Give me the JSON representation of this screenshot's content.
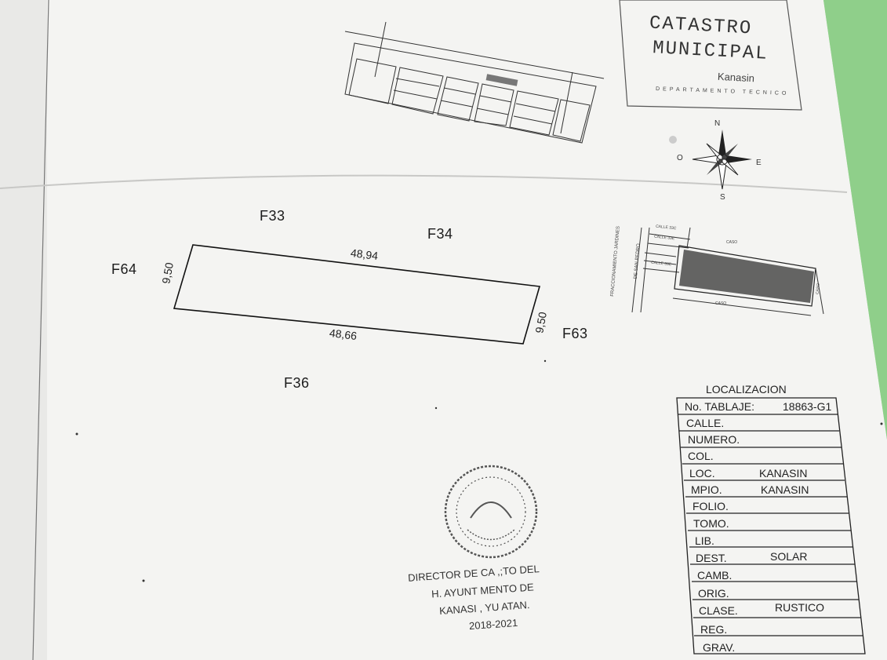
{
  "header": {
    "title_line1": "CATASTRO",
    "title_line2": "MUNICIPAL",
    "city": "Kanasin",
    "department": "DEPARTAMENTO TECNICO"
  },
  "compass": {
    "n": "N",
    "s": "S",
    "e": "E",
    "o": "O"
  },
  "parcel": {
    "neighbors": {
      "top_left": "F33",
      "top_right": "F34",
      "left": "F64",
      "right": "F63",
      "bottom": "F36"
    },
    "dimensions": {
      "top": "48,94",
      "bottom": "48,66",
      "left": "9,50",
      "right": "9,50"
    }
  },
  "location_map": {
    "vertical_label_1": "FRACCIONAMIENTO JARDINES",
    "vertical_label_2": "DE SAN PEDRO",
    "street_1": "CALLE 33C",
    "street_2": "CALLE 33E",
    "street_3": "CALLE 33E",
    "caso_top": "CASO",
    "caso_bottom": "CASO",
    "caso_right": "CASO"
  },
  "localizacion": {
    "title": "LOCALIZACION",
    "rows": [
      {
        "label": "No. TABLAJE:",
        "value": "18863-G1"
      },
      {
        "label": "CALLE.",
        "value": ""
      },
      {
        "label": "NUMERO.",
        "value": ""
      },
      {
        "label": "COL.",
        "value": ""
      },
      {
        "label": "LOC.",
        "value": "KANASIN"
      },
      {
        "label": "MPIO.",
        "value": "KANASIN"
      },
      {
        "label": "FOLIO.",
        "value": ""
      },
      {
        "label": "TOMO.",
        "value": ""
      },
      {
        "label": "LIB.",
        "value": ""
      },
      {
        "label": "DEST.",
        "value": "SOLAR"
      },
      {
        "label": "CAMB.",
        "value": ""
      },
      {
        "label": "ORIG.",
        "value": ""
      },
      {
        "label": "CLASE.",
        "value": "RUSTICO"
      },
      {
        "label": "REG.",
        "value": ""
      },
      {
        "label": "GRAV.",
        "value": ""
      }
    ]
  },
  "signature": {
    "line1": "DIRECTOR DE CA  ,;TO DEL",
    "line2": "H. AYUNT  MENTO DE",
    "line3": "KANASI , YU  ATAN.",
    "line4": "2018-2021"
  }
}
